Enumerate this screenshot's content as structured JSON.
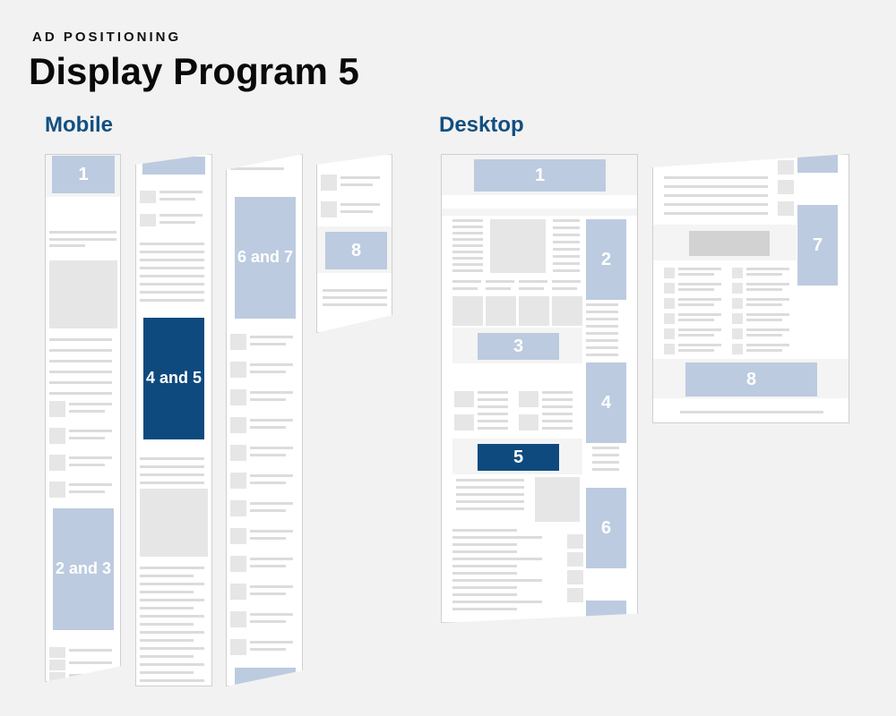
{
  "header": {
    "kicker": "AD POSITIONING",
    "title": "Display Program 5"
  },
  "sections": {
    "mobile": "Mobile",
    "desktop": "Desktop"
  },
  "mobile_ads": {
    "m1": "1",
    "m23": "2 and 3",
    "m45": "4 and 5",
    "m67": "6 and 7",
    "m8": "8"
  },
  "desktop_ads": {
    "d1": "1",
    "d2": "2",
    "d3": "3",
    "d4": "4",
    "d5": "5",
    "d6": "6",
    "d7": "7",
    "d8": "8"
  },
  "colors": {
    "ad": "#bccbdf",
    "ad_highlight": "#0e4a7e",
    "background": "#f2f2f2",
    "heading_blue": "#124f80"
  }
}
